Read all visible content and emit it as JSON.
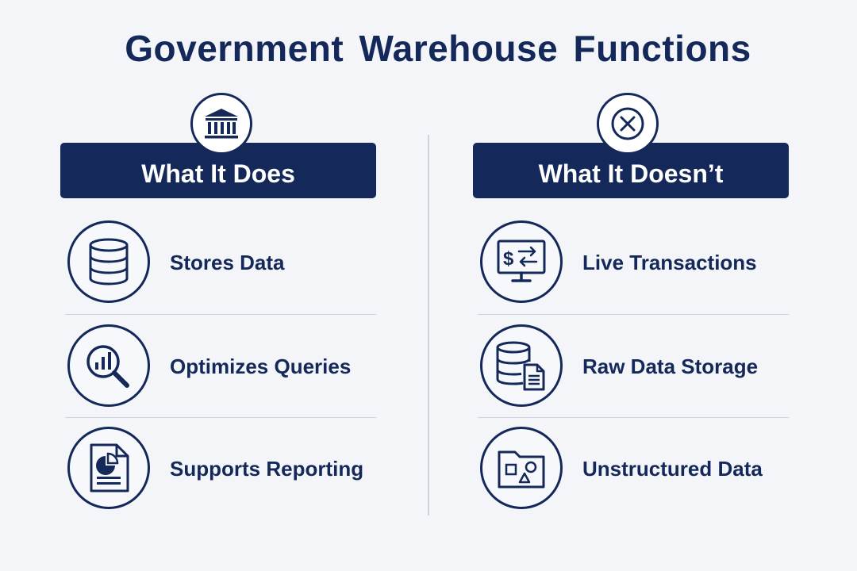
{
  "title": "Government Warehouse Functions",
  "left": {
    "header": "What It Does",
    "header_icon": "government-building-icon",
    "items": [
      {
        "label": "Stores Data",
        "icon": "database-icon"
      },
      {
        "label": "Optimizes Queries",
        "icon": "chart-magnifier-icon"
      },
      {
        "label": "Supports Reporting",
        "icon": "report-document-icon"
      }
    ]
  },
  "right": {
    "header": "What It Doesn’t",
    "header_icon": "x-circle-icon",
    "items": [
      {
        "label": "Live Transactions",
        "icon": "monitor-dollar-icon"
      },
      {
        "label": "Raw Data Storage",
        "icon": "database-file-icon"
      },
      {
        "label": "Unstructured Data",
        "icon": "folder-shapes-icon"
      }
    ]
  },
  "colors": {
    "navy": "#14295a",
    "background": "#f4f5f8",
    "divider": "#cdd3df"
  }
}
